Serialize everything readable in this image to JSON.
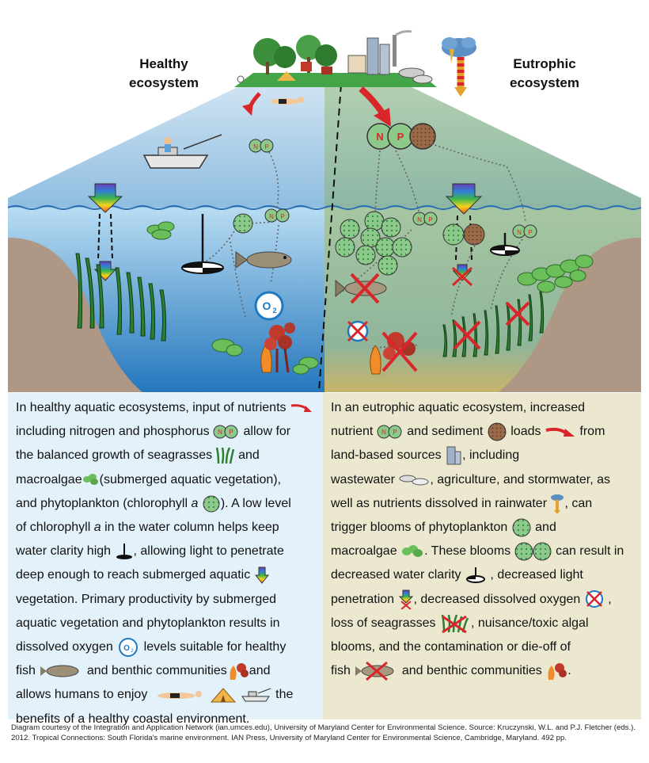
{
  "headings": {
    "healthy": [
      "Healthy",
      "ecosystem"
    ],
    "eutrophic": [
      "Eutrophic",
      "ecosystem"
    ]
  },
  "symbols": {
    "nitrogen": "N",
    "phosphorus": "P",
    "oxygen": "O",
    "oxygen_sub": "2"
  },
  "left_text": [
    "In healthy aquatic ecosystems, input of nutrients",
    "including nitrogen and phosphorus",
    "allow for",
    "the balanced growth of seagrasses",
    "and",
    "macroalgae",
    "(submerged aquatic vegetation),",
    "and phytoplankton (chlorophyll ",
    "a",
    "). A low level",
    "of chlorophyll ",
    "a",
    " in the water column helps keep",
    "water clarity high",
    ", allowing light to penetrate",
    "deep enough to reach submerged aquatic",
    "vegetation. Primary productivity by submerged",
    "aquatic vegetation and phytoplankton results in",
    "dissolved oxygen",
    "levels suitable for healthy",
    "fish",
    "and benthic communities",
    "and",
    "allows humans to enjoy",
    "the",
    "benefits of a healthy coastal environment."
  ],
  "right_text": [
    "In an eutrophic aquatic ecosystem, increased",
    "nutrient",
    "and sediment",
    "loads",
    "from",
    "land-based sources",
    ", including",
    "wastewater",
    ", agriculture, and stormwater, as",
    "well as nutrients dissolved in rainwater",
    ", can",
    "trigger blooms of phytoplankton",
    "and",
    "macroalgae",
    ". These blooms",
    "can result in",
    "decreased water clarity",
    ", decreased light",
    "penetration",
    ", decreased dissolved oxygen",
    ",",
    "loss of seagrasses",
    ", nuisance/toxic algal",
    "blooms, and the contamination or die-off of",
    "fish",
    "and benthic communities",
    "."
  ],
  "credit": "Diagram courtesy of the Integration and Application Network (ian.umces.edu), University of Maryland Center for Environmental Science. Source: Kruczynski, W.L. and P.J. Fletcher (eds.). 2012. Tropical Connections: South Florida's marine environment. IAN Press, University of Maryland Center for Environmental Science, Cambridge, Maryland. 492 pp.",
  "colors": {
    "sky": "#a9cbe6",
    "healthy_water_top": "#a8d0ec",
    "healthy_water_bottom": "#2b82c4",
    "eutrophic_water": "#9cc1a5",
    "sediment": "#b09a86",
    "seagrass": "#2e7d32",
    "alert_red": "#d9262a",
    "nutrient_green": "#8dc98a",
    "sediment_dot": "#8b5a3c",
    "left_panel": "#e3f1fa",
    "right_panel": "#ece8cf"
  }
}
